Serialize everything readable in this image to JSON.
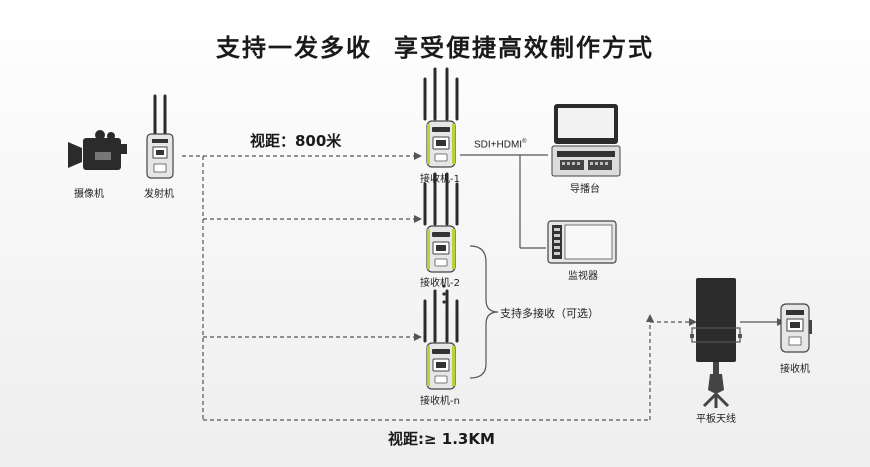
{
  "title": {
    "part1": "支持一发多收",
    "part2": "享受便捷高效制作方式"
  },
  "labels": {
    "camera": "摄像机",
    "transmitter": "发射机",
    "receiver_1": "接收机-1",
    "receiver_2": "接收机-2",
    "receiver_n": "接收机-n",
    "switcher": "导播台",
    "monitor": "监视器",
    "panel_antenna": "平板天线",
    "receiver_right": "接收机"
  },
  "distance_top": "视距：800米",
  "distance_bottom": "视距:≥ 1.3KM",
  "sdi_label": "SDI+HDMI",
  "sdi_mark": "®",
  "multi_receive": "支持多接收（可选）",
  "colors": {
    "device_body": "#e6e6e6",
    "device_stroke": "#444444",
    "accent_green": "#b7d33a",
    "dark": "#2b2b2b",
    "line": "#555555"
  }
}
